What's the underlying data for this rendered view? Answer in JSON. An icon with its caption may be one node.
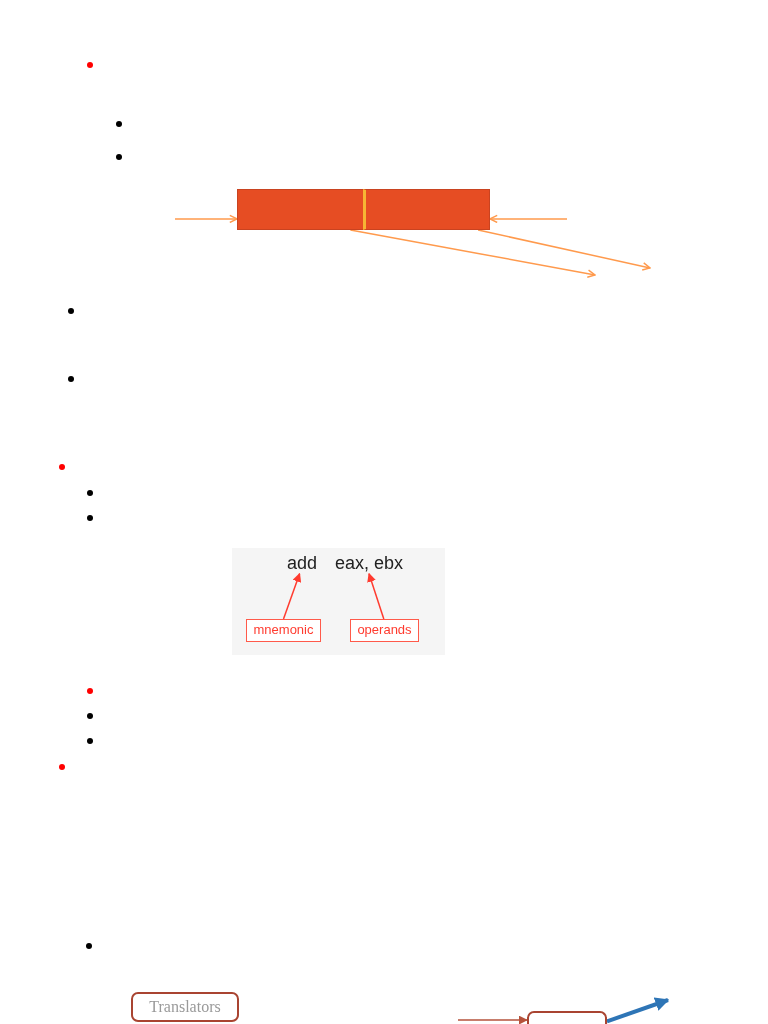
{
  "diagram": {
    "nodes": [
      {
        "text": [],
        "shape": "box"
      },
      {
        "text": [],
        "shape": "box"
      },
      {
        "text": [
          "add"
        ]
      },
      {
        "text": [
          "eax, ebx"
        ]
      },
      {
        "text": [
          "mnemonic"
        ]
      },
      {
        "text": [
          "operands"
        ]
      },
      {
        "text": [
          "Translators"
        ]
      },
      {
        "text": [],
        "shape": "box"
      }
    ],
    "edges": [
      {
        "from": null,
        "to": 0,
        "arrow": "to"
      },
      {
        "from": null,
        "to": 1,
        "arrow": "to"
      },
      {
        "from": 0,
        "to": null,
        "arrow": "to"
      },
      {
        "from": 1,
        "to": null,
        "arrow": "to"
      },
      {
        "from": 4,
        "to": 2,
        "arrow": "to",
        "color": "#ff3b2f"
      },
      {
        "from": 5,
        "to": 3,
        "arrow": "to",
        "color": "#ff3b2f"
      },
      {
        "from": null,
        "to": 7,
        "arrow": "to",
        "color": "#b5523b"
      },
      {
        "from": 7,
        "to": null,
        "arrow": "to",
        "style": "thick",
        "color": "#2e75b6"
      }
    ]
  }
}
